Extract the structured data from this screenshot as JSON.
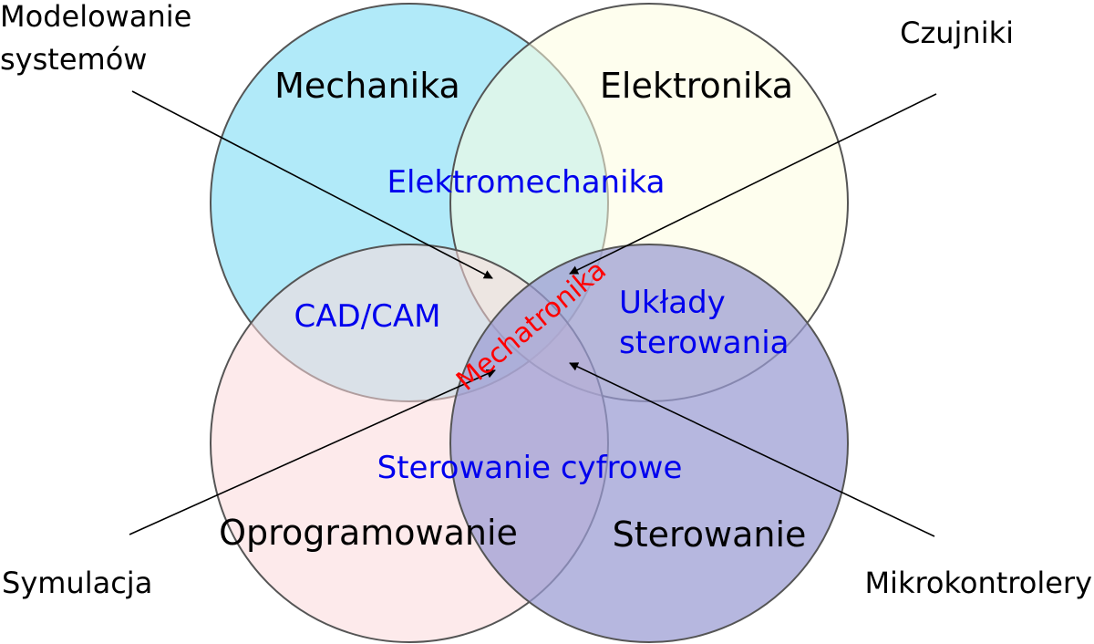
{
  "colors": {
    "mechanika": "#ade9f9",
    "elektronika": "#fdfde0",
    "oprogramowanie": "#fbd9db",
    "sterowanie": "#9a9bd2",
    "intersection_text": "#0000ee",
    "center_text": "#ff0000",
    "outline": "#555555"
  },
  "circles": {
    "mechanika": "Mechanika",
    "elektronika": "Elektronika",
    "oprogramowanie": "Oprogramowanie",
    "sterowanie": "Sterowanie"
  },
  "intersections": {
    "elektromechanika": "Elektromechanika",
    "cad_cam": "CAD/CAM",
    "uklady_line1": "Układy",
    "uklady_line2": "sterowania",
    "sterowanie_cyfrowe": "Sterowanie cyfrowe"
  },
  "center": "Mechatronika",
  "corners": {
    "modelowanie_line1": "Modelowanie",
    "modelowanie_line2": "systemów",
    "czujniki": "Czujniki",
    "symulacja": "Symulacja",
    "mikrokontrolery": "Mikrokontrolery"
  }
}
